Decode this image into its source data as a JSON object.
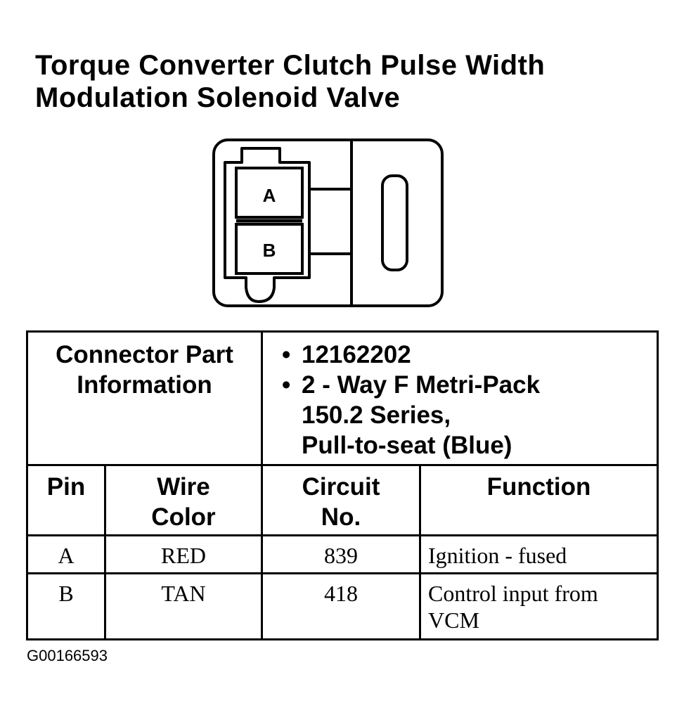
{
  "title": {
    "line1": "Torque Converter Clutch Pulse Width",
    "line2": "Modulation Solenoid Valve"
  },
  "connector": {
    "pins": [
      "A",
      "B"
    ]
  },
  "part_info": {
    "label_line1": "Connector Part",
    "label_line2": "Information",
    "bullet": "•",
    "part_number": "12162202",
    "desc_line1": "2 - Way F Metri-Pack",
    "desc_line2": "150.2 Series,",
    "desc_line3": "Pull-to-seat (Blue)"
  },
  "table": {
    "headers": {
      "pin": "Pin",
      "wire_color_line1": "Wire",
      "wire_color_line2": "Color",
      "circuit_line1": "Circuit",
      "circuit_line2": "No.",
      "function": "Function"
    },
    "rows": [
      {
        "pin": "A",
        "wire_color": "RED",
        "circuit": "839",
        "function_line1": "Ignition - fused",
        "function_line2": ""
      },
      {
        "pin": "B",
        "wire_color": "TAN",
        "circuit": "418",
        "function_line1": "Control input from",
        "function_line2": "VCM"
      }
    ]
  },
  "figure_id": "G00166593"
}
